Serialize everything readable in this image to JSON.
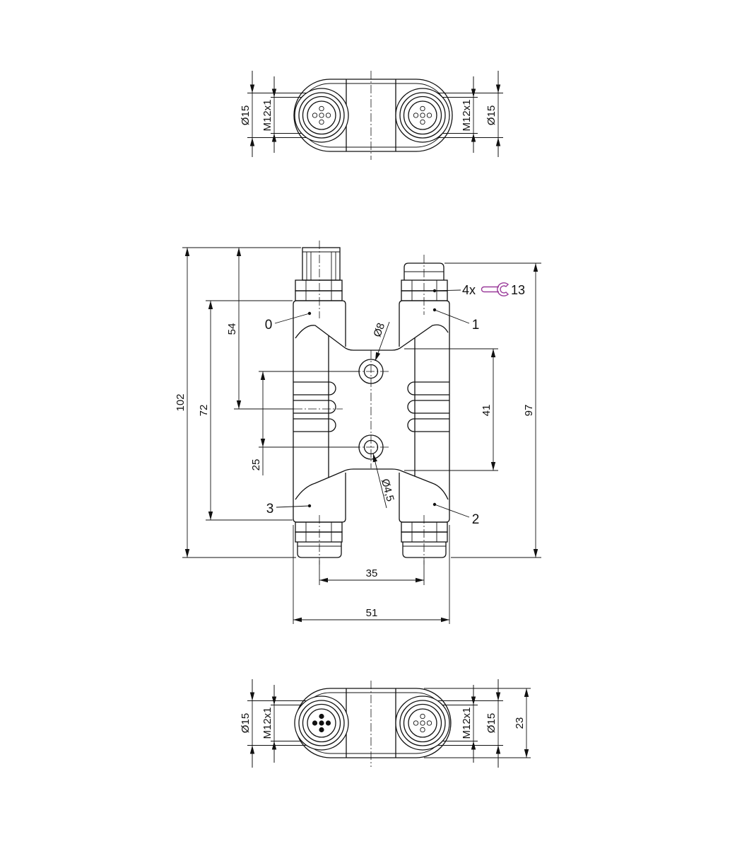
{
  "top_view": {
    "diameter_left": "Ø15",
    "thread_left": "M12x1",
    "thread_right": "M12x1",
    "diameter_right": "Ø15"
  },
  "front_view": {
    "dim_overall_height": "102",
    "dim_top_to_center": "54",
    "dim_body_height": "72",
    "dim_hole_spacing": "25",
    "dim_mount_span": "41",
    "dim_height_right": "97",
    "dim_port_spacing": "35",
    "dim_width": "51",
    "hole_upper_diameter": "Ø8",
    "hole_lower_diameter": "Ø4,5",
    "port_labels": [
      "0",
      "1",
      "2",
      "3"
    ],
    "wrench_note": {
      "count": "4x",
      "size": "13",
      "icon": "wrench-icon",
      "icon_color": "#9a3b9a"
    }
  },
  "bottom_view": {
    "diameter_left": "Ø15",
    "thread_left": "M12x1",
    "thread_right": "M12x1",
    "diameter_right": "Ø15",
    "dim_height": "23"
  }
}
